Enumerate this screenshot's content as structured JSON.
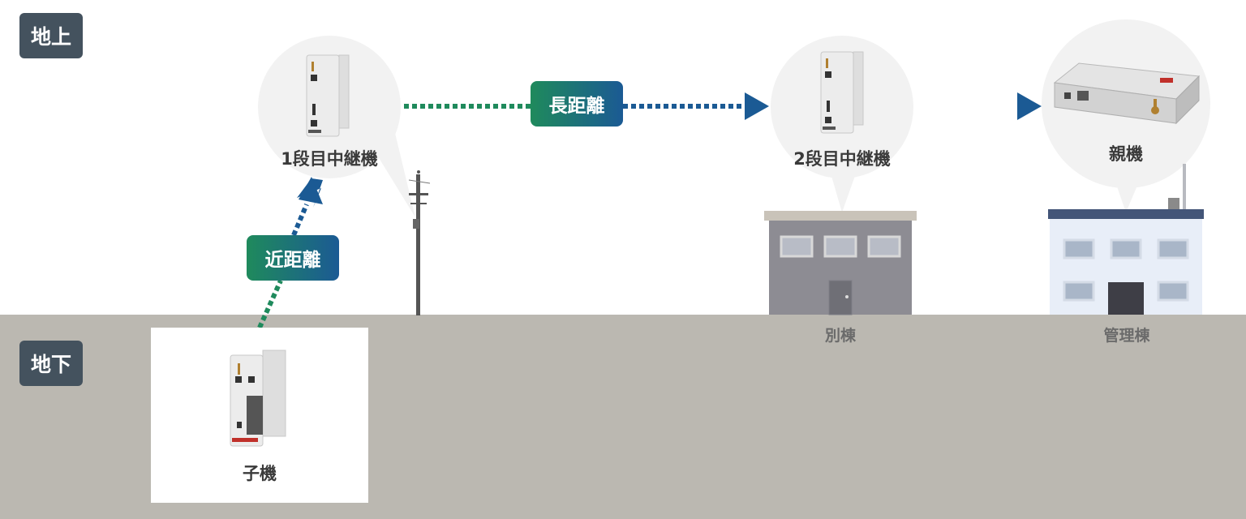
{
  "levels": {
    "above": "地上",
    "below": "地下"
  },
  "nodes": {
    "relay1": "1段目中継機",
    "relay2": "2段目中継機",
    "parent": "親機",
    "child": "子機"
  },
  "ranges": {
    "long": "長距離",
    "short": "近距離"
  },
  "buildings": {
    "annex": "別棟",
    "admin": "管理棟"
  },
  "colors": {
    "ground": "#bbb8b1",
    "tag": "#44525e",
    "link_green": "#1f8a5c",
    "link_blue": "#1b5a94"
  }
}
